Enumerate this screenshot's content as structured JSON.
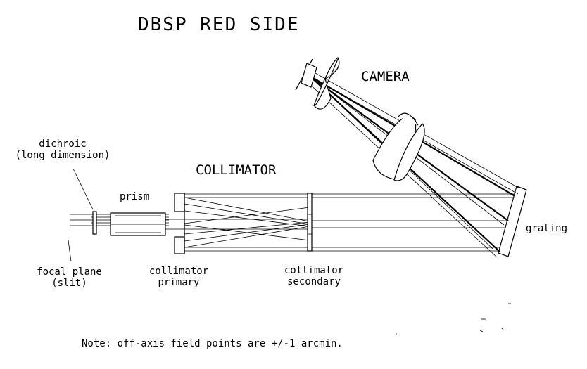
{
  "title": "DBSP RED SIDE",
  "labels": {
    "camera": "CAMERA",
    "collimator": "COLLIMATOR",
    "dichroic_line1": "dichroic",
    "dichroic_line2": "(long dimension)",
    "prism": "prism",
    "grating": "grating",
    "focal_plane_line1": "focal plane",
    "focal_plane_line2": "(slit)",
    "collimator_primary_line1": "collimator",
    "collimator_primary_line2": "primary",
    "collimator_secondary_line1": "collimator",
    "collimator_secondary_line2": "secondary"
  },
  "note": "Note:  off-axis field points are +/-1 arcmin."
}
